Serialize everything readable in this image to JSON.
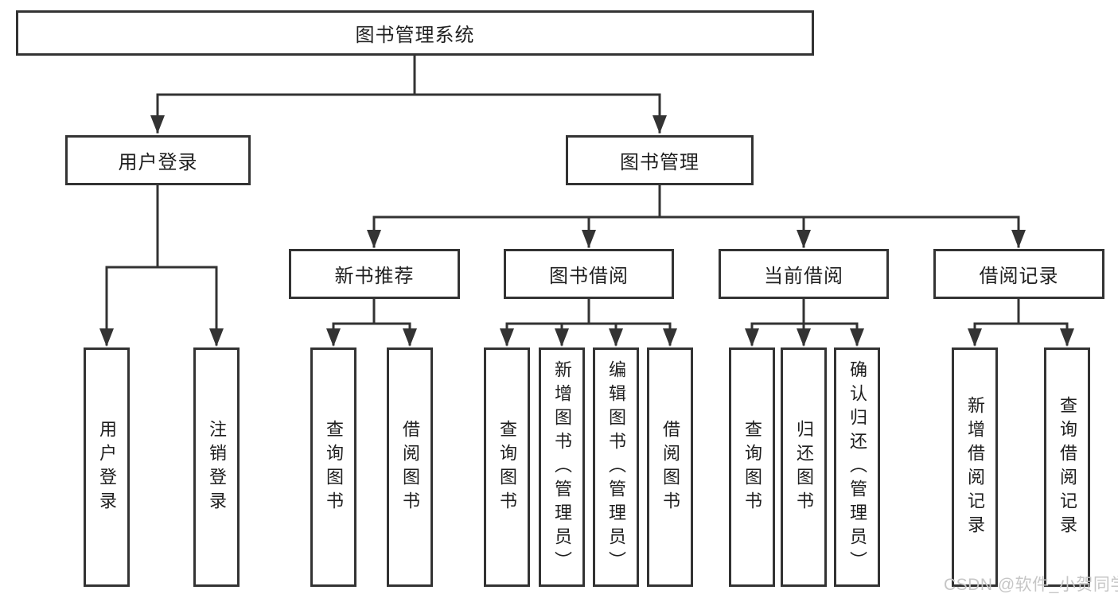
{
  "diagram": {
    "root": {
      "label": "图书管理系统"
    },
    "level2": [
      {
        "id": "user-login",
        "label": "用户登录"
      },
      {
        "id": "book-management",
        "label": "图书管理"
      }
    ],
    "level3": [
      {
        "id": "new-book-recommend",
        "label": "新书推荐"
      },
      {
        "id": "book-borrowing",
        "label": "图书借阅"
      },
      {
        "id": "current-borrowing",
        "label": "当前借阅"
      },
      {
        "id": "borrow-records",
        "label": "借阅记录"
      }
    ],
    "leaves": [
      {
        "id": "user-login-leaf",
        "label": "用户登录"
      },
      {
        "id": "logout-leaf",
        "label": "注销登录"
      },
      {
        "id": "query-books-recommend",
        "label": "查询图书"
      },
      {
        "id": "borrow-books-recommend",
        "label": "借阅图书"
      },
      {
        "id": "query-books-borrowing",
        "label": "查询图书"
      },
      {
        "id": "add-books-admin",
        "label": "新增图书（管理员）"
      },
      {
        "id": "edit-books-admin",
        "label": "编辑图书（管理员）"
      },
      {
        "id": "borrow-books",
        "label": "借阅图书"
      },
      {
        "id": "query-books-current",
        "label": "查询图书"
      },
      {
        "id": "return-books",
        "label": "归还图书"
      },
      {
        "id": "confirm-return-admin",
        "label": "确认归还（管理员）"
      },
      {
        "id": "add-borrow-record",
        "label": "新增借阅记录"
      },
      {
        "id": "query-borrow-record",
        "label": "查询借阅记录"
      }
    ]
  },
  "watermark": {
    "text": "CSDN @软件_小贺同学"
  },
  "colors": {
    "line": "#333333",
    "text": "#1f1f1f",
    "background": "#ffffff",
    "watermark": "#c6c6c6"
  }
}
